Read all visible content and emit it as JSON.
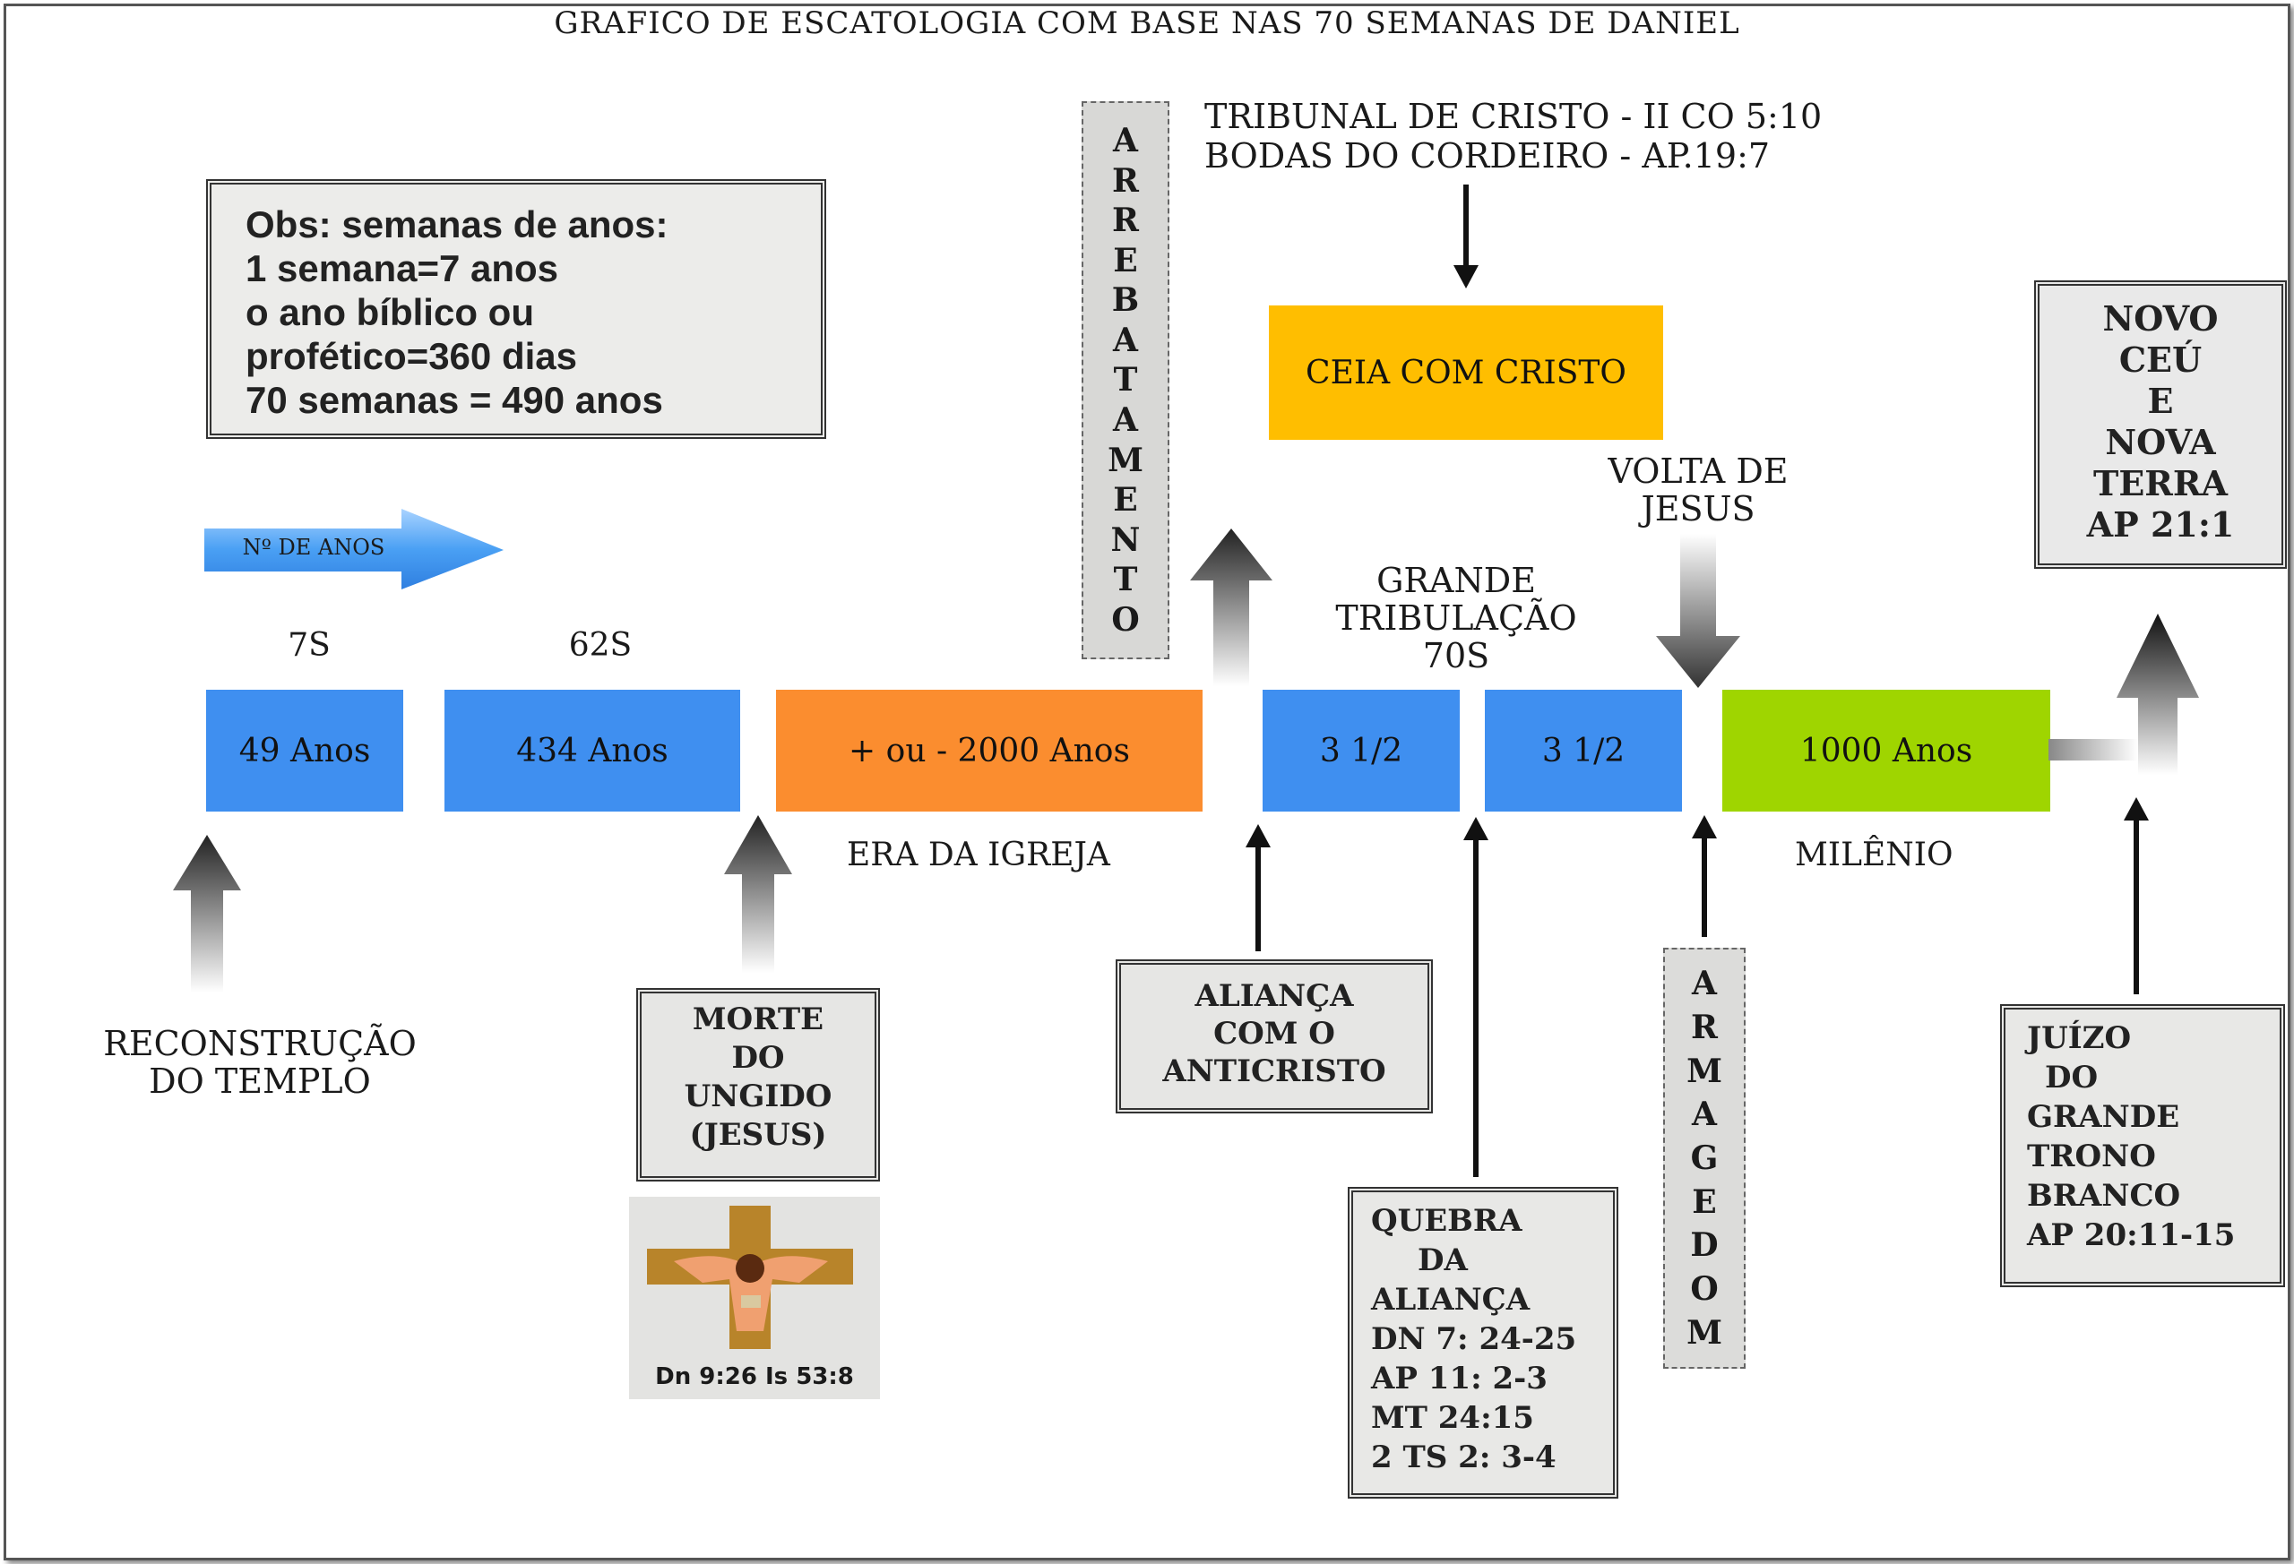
{
  "title": "GRAFICO DE ESCATOLOGIA COM BASE NAS 70 SEMANAS DE DANIEL",
  "obs_note": {
    "lines": [
      "Obs: semanas de anos:",
      "1 semana=7 anos",
      "o ano bíblico ou",
      "profético=360 dias",
      "70 semanas = 490 anos"
    ]
  },
  "years_arrow_label": "Nº DE ANOS",
  "tribunal": {
    "line1": "TRIBUNAL DE CRISTO - II CO 5:10",
    "line2": "BODAS DO CORDEIRO  - AP.19:7"
  },
  "ceia_label": "CEIA COM CRISTO",
  "arrebatamento_letters": [
    "A",
    "R",
    "R",
    "E",
    "B",
    "A",
    "T",
    "A",
    "M",
    "E",
    "N",
    "T",
    "O"
  ],
  "armagedom_letters": [
    "A",
    "R",
    "M",
    "A",
    "G",
    "E",
    "D",
    "O",
    "M"
  ],
  "volta_label": [
    "VOLTA DE",
    "JESUS"
  ],
  "grande_tribulacao": [
    "GRANDE",
    "TRIBULAÇÃO",
    "70S"
  ],
  "novo_ceu": [
    "NOVO",
    "CEÚ",
    "E",
    "NOVA",
    "TERRA",
    "AP 21:1"
  ],
  "week_labels": {
    "w7": "7S",
    "w62": "62S"
  },
  "timeline": {
    "seg1": "49 Anos",
    "seg2": "434 Anos",
    "seg3": "+ ou - 2000 Anos",
    "seg4": "3  1/2",
    "seg5": "3  1/2",
    "seg6": "1000 Anos"
  },
  "era_igreja": "ERA DA IGREJA",
  "milenio": "MILÊNIO",
  "reconstrucao": [
    "RECONSTRUÇÃO",
    "DO TEMPLO"
  ],
  "morte_ungido": [
    "MORTE",
    "DO",
    "UNGIDO",
    "(JESUS)"
  ],
  "cross_caption": "Dn 9:26  Is 53:8",
  "alianca": [
    "ALIANÇA",
    "COM O",
    "ANTICRISTO"
  ],
  "quebra": [
    "QUEBRA",
    "DA",
    "ALIANÇA",
    "DN 7: 24-25",
    "AP 11: 2-3",
    "MT 24:15",
    "2 TS 2: 3-4"
  ],
  "juizo": [
    "JUÍZO",
    "DO",
    "GRANDE",
    "TRONO",
    "BRANCO",
    "AP 20:11-15"
  ],
  "colors": {
    "blue": "#3f8ff0",
    "orange": "#fb8d2f",
    "gold": "#ffbe00",
    "green": "#9fd500"
  }
}
